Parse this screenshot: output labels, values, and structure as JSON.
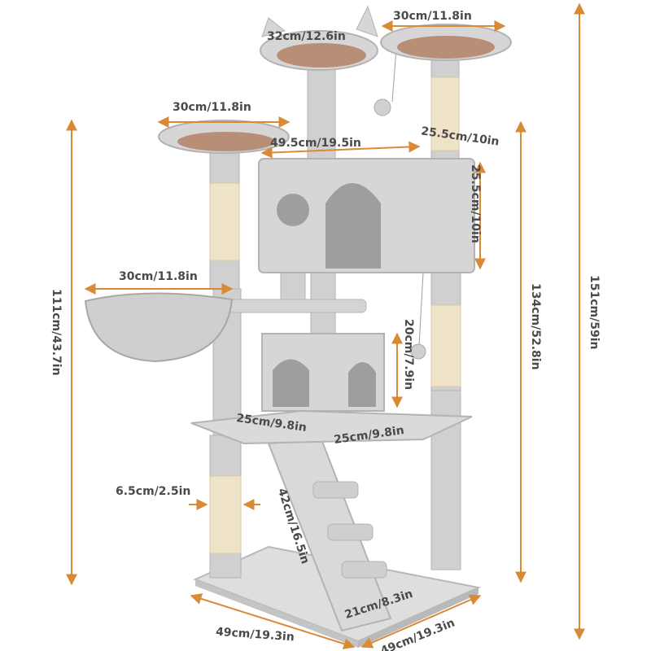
{
  "colors": {
    "dimension": "#d98a35",
    "label": "#4a4a4a",
    "plush": "#d6d6d6",
    "plush_shadow": "#b3b3b3",
    "sisal": "#efe3c7",
    "platform_pad": "#b88e76"
  },
  "dimensions": {
    "top_right_perch": "30cm/11.8in",
    "top_center_perch": "32cm/12.6in",
    "left_perch": "30cm/11.8in",
    "condo_width": "49.5cm/19.5in",
    "condo_depth": "25.5cm/10in",
    "condo_height": "25.5cm/10in",
    "basket_width": "30cm/11.8in",
    "lower_condo_height": "20cm/7.9in",
    "lower_platform_left": "25cm/9.8in",
    "lower_platform_right": "25cm/9.8in",
    "post_diameter": "6.5cm/2.5in",
    "ramp_length": "42cm/16.5in",
    "ramp_width": "21cm/8.3in",
    "base_left": "49cm/19.3in",
    "base_right": "49cm/19.3in",
    "height_left": "111cm/43.7in",
    "height_mid": "134cm/52.8in",
    "height_total": "151cm/59in"
  }
}
